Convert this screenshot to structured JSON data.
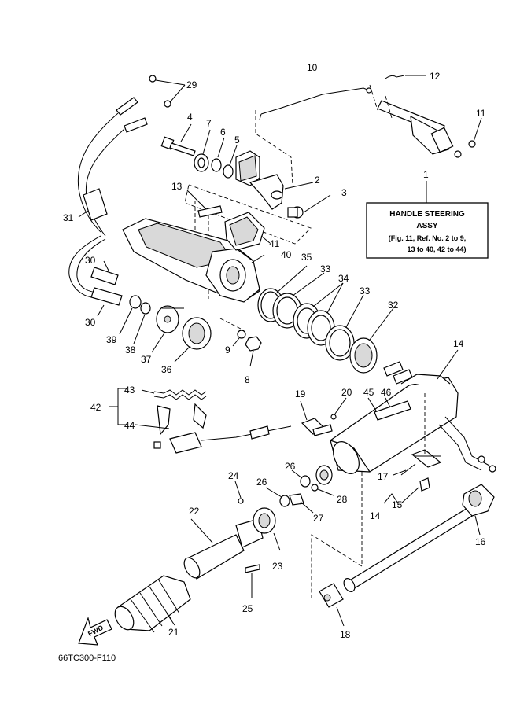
{
  "diagram_code": "66TC300-F110",
  "fwd_label": "FWD",
  "reference_box": {
    "number": "1",
    "title_line1": "HANDLE STEERING",
    "title_line2": "ASSY",
    "note_line1": "(Fig. 11, Ref. No. 2 to 9,",
    "note_line2": "13 to 40, 42 to 44)"
  },
  "callouts": {
    "c2": "2",
    "c3": "3",
    "c4": "4",
    "c5": "5",
    "c6": "6",
    "c7": "7",
    "c8": "8",
    "c9": "9",
    "c10": "10",
    "c11": "11",
    "c12": "12",
    "c13": "13",
    "c14_top": "14",
    "c14_side": "14",
    "c15": "15",
    "c16": "16",
    "c17": "17",
    "c18": "18",
    "c19": "19",
    "c20": "20",
    "c21": "21",
    "c22": "22",
    "c23": "23",
    "c24": "24",
    "c25": "25",
    "c26a": "26",
    "c26b": "26",
    "c27": "27",
    "c28": "28",
    "c29": "29",
    "c30a": "30",
    "c30b": "30",
    "c31": "31",
    "c32": "32",
    "c33a": "33",
    "c33b": "33",
    "c34": "34",
    "c35": "35",
    "c36": "36",
    "c37": "37",
    "c38": "38",
    "c39": "39",
    "c40": "40",
    "c41": "41",
    "c42": "42",
    "c43": "43",
    "c44": "44",
    "c45": "45",
    "c46": "46"
  }
}
